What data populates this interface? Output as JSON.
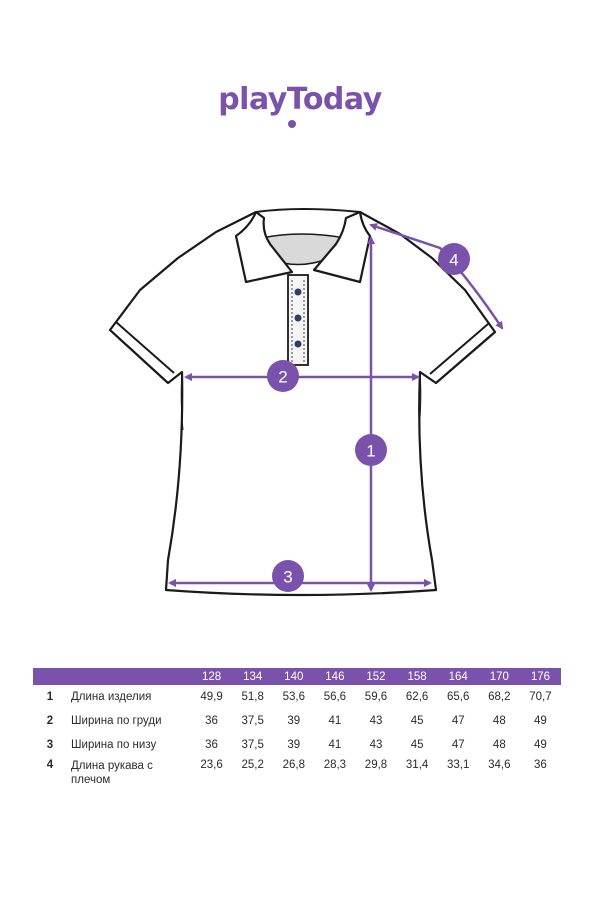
{
  "brand": {
    "logo_text": "playToday"
  },
  "diagram": {
    "badges": [
      "1",
      "2",
      "3",
      "4"
    ],
    "colors": {
      "accent": "#7b52ab",
      "outline": "#1a1a1a"
    }
  },
  "size_table": {
    "sizes": [
      "128",
      "134",
      "140",
      "146",
      "152",
      "158",
      "164",
      "170",
      "176"
    ],
    "rows": [
      {
        "index": "1",
        "name": "Длина изделия",
        "values": [
          "49,9",
          "51,8",
          "53,6",
          "56,6",
          "59,6",
          "62,6",
          "65,6",
          "68,2",
          "70,7"
        ]
      },
      {
        "index": "2",
        "name": "Ширина по груди",
        "values": [
          "36",
          "37,5",
          "39",
          "41",
          "43",
          "45",
          "47",
          "48",
          "49"
        ]
      },
      {
        "index": "3",
        "name": "Ширина по низу",
        "values": [
          "36",
          "37,5",
          "39",
          "41",
          "43",
          "45",
          "47",
          "48",
          "49"
        ]
      },
      {
        "index": "4",
        "name": "Длина рукава с плечом",
        "values": [
          "23,6",
          "25,2",
          "26,8",
          "28,3",
          "29,8",
          "31,4",
          "33,1",
          "34,6",
          "36"
        ]
      }
    ]
  }
}
